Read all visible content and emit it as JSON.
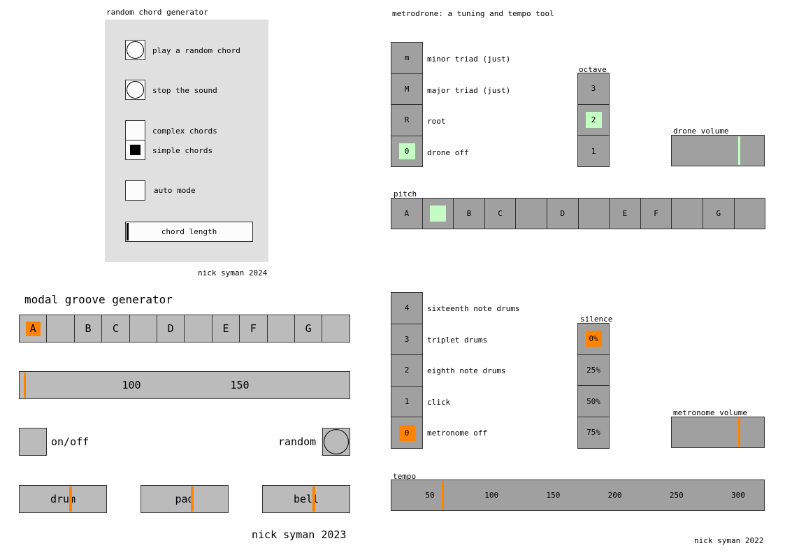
{
  "colors": {
    "orange": "#ff8300",
    "green": "#c4fcc4",
    "panel": "#e0e0e0",
    "dark": "#a0a0a0",
    "light": "#bbbbbb"
  },
  "chord": {
    "title": "random chord generator",
    "play_label": "play a random chord",
    "stop_label": "stop the sound",
    "complex_label": "complex chords",
    "simple_label": "simple chords",
    "mode_selected": "simple chords",
    "auto_label": "auto mode",
    "auto_on": false,
    "length_label": "chord length",
    "length_value": 0.0,
    "credit": "nick syman 2024"
  },
  "drone": {
    "title": "metrodrone: a tuning and tempo tool",
    "modes": [
      {
        "key": "m",
        "label": "minor triad (just)"
      },
      {
        "key": "M",
        "label": "major triad (just)"
      },
      {
        "key": "R",
        "label": "root"
      },
      {
        "key": "0",
        "label": "drone off"
      }
    ],
    "mode_selected": 3,
    "octave_label": "octave",
    "octaves": [
      "3",
      "2",
      "1"
    ],
    "octave_selected": 1,
    "volume_label": "drone volume",
    "volume_value": 0.73,
    "pitch_label": "pitch",
    "pitches": [
      "A",
      "",
      "B",
      "C",
      "",
      "D",
      "",
      "E",
      "F",
      "",
      "G",
      ""
    ],
    "pitch_selected": 1
  },
  "metro": {
    "modes": [
      {
        "key": "4",
        "label": "sixteenth note drums"
      },
      {
        "key": "3",
        "label": "triplet drums"
      },
      {
        "key": "2",
        "label": "eighth note drums"
      },
      {
        "key": "1",
        "label": "click"
      },
      {
        "key": "0",
        "label": "metronome off"
      }
    ],
    "mode_selected": 4,
    "silence_label": "silence",
    "silences": [
      "0%",
      "25%",
      "50%",
      "75%"
    ],
    "silence_selected": 0,
    "volume_label": "metronome volume",
    "volume_value": 0.73,
    "tempo_label": "tempo",
    "tempo_ticks": [
      "50",
      "100",
      "150",
      "200",
      "250",
      "300"
    ],
    "tempo_value": 60,
    "credit": "nick syman 2022"
  },
  "groove": {
    "title": "modal groove generator",
    "notes": [
      "A",
      "",
      "B",
      "C",
      "",
      "D",
      "",
      "E",
      "F",
      "",
      "G",
      ""
    ],
    "note_selected": 0,
    "tempo_ticks": [
      "100",
      "150"
    ],
    "tempo_value": 0.01,
    "onoff_label": "on/off",
    "random_label": "random",
    "mixer": [
      {
        "label": "drum",
        "value": 0.58
      },
      {
        "label": "pad",
        "value": 0.58
      },
      {
        "label": "bell",
        "value": 0.58
      }
    ],
    "credit": "nick syman 2023"
  }
}
